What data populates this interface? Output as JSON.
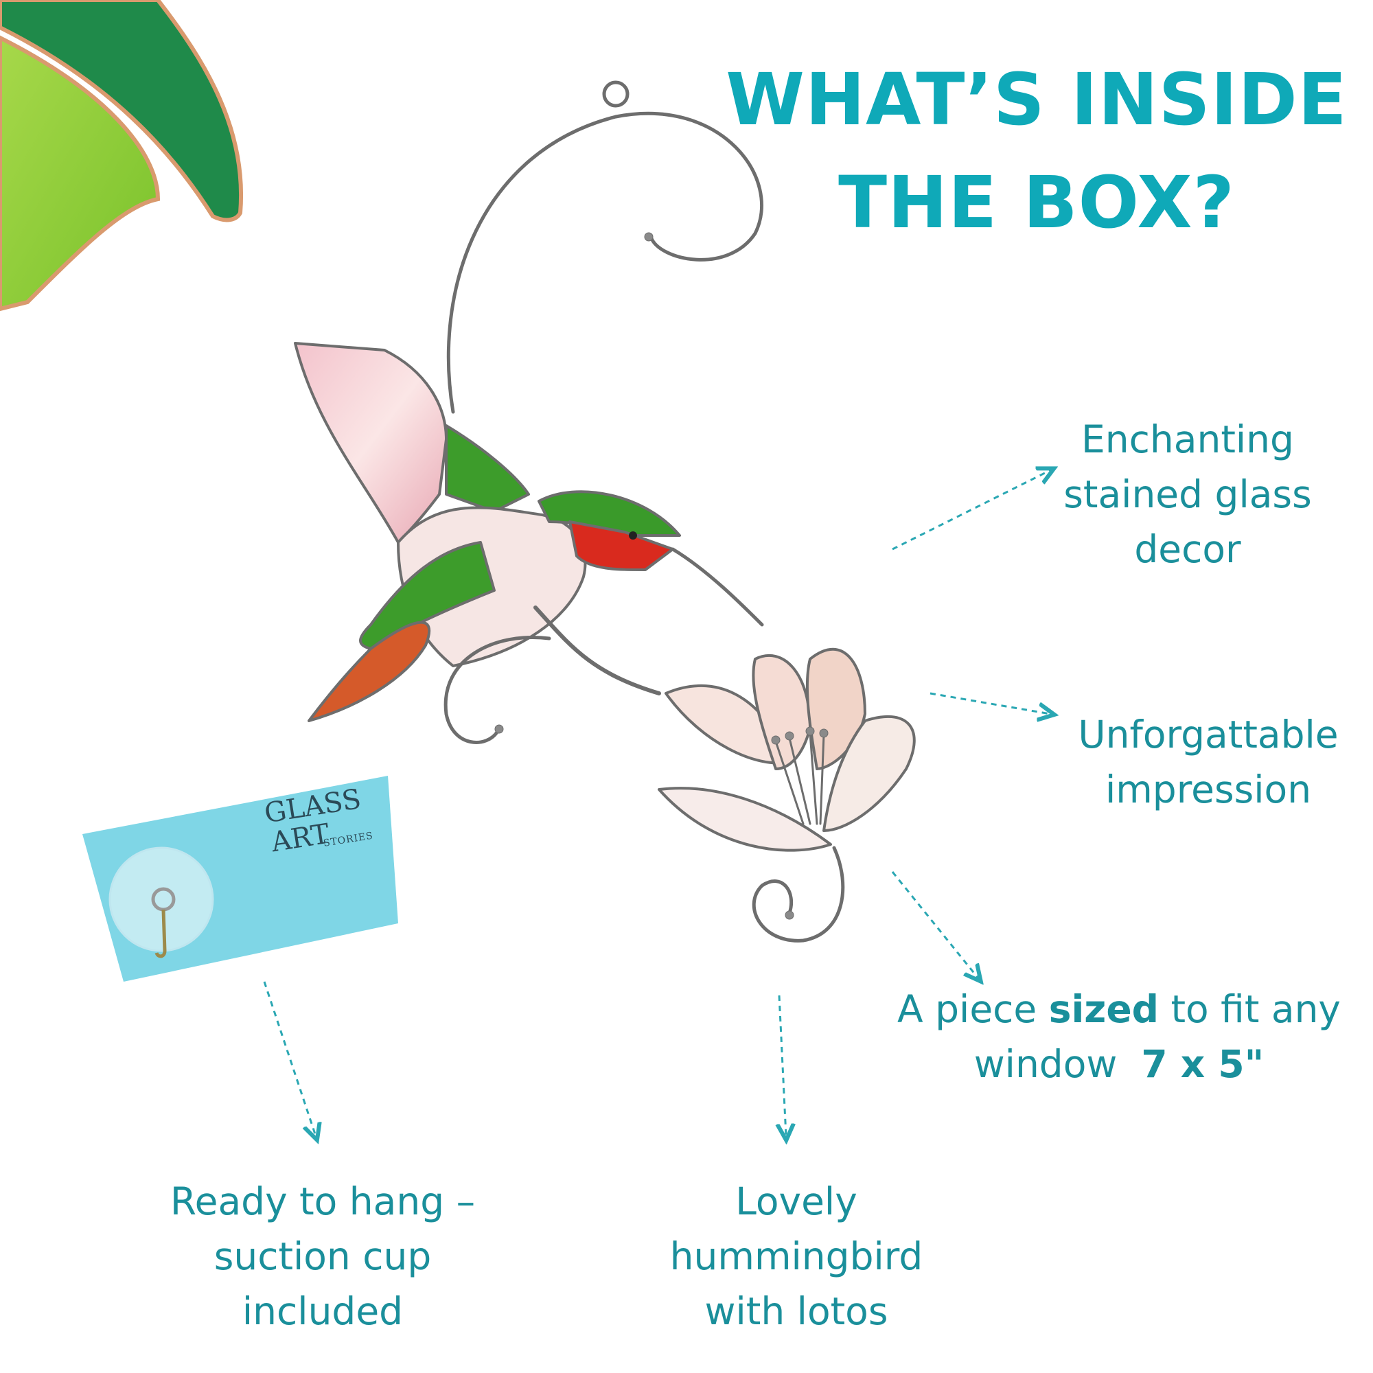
{
  "heading": {
    "line1": "WHAT’S INSIDE",
    "line2": "THE BOX?"
  },
  "features": {
    "enchanting": [
      "Enchanting",
      "stained glass",
      "decor"
    ],
    "impression": [
      "Unforgattable",
      "impression"
    ],
    "size": {
      "line1_pre": "A piece ",
      "line1_bold": "sized",
      "line1_post": " to fit any",
      "line2_pre": "window  ",
      "line2_bold": "7 x 5\""
    },
    "ready": [
      "Ready to hang –",
      "suction cup",
      "included"
    ],
    "lovely": [
      "Lovely",
      "hummingbird",
      "with lotos"
    ]
  },
  "card": {
    "brand_line1": "GLASS",
    "brand_line2": "ART",
    "brand_sub": "STORIES"
  },
  "colors": {
    "heading": "#0fa9b8",
    "caption": "#1a8f9b",
    "arrow": "#2aa7b3",
    "card": "#7fd6e6"
  },
  "images": {
    "main": "stained-glass-hummingbird-with-lotus-flower",
    "corner": "green-stained-glass-leaf",
    "accessory": "suction-cup-with-hook-on-brand-card"
  }
}
